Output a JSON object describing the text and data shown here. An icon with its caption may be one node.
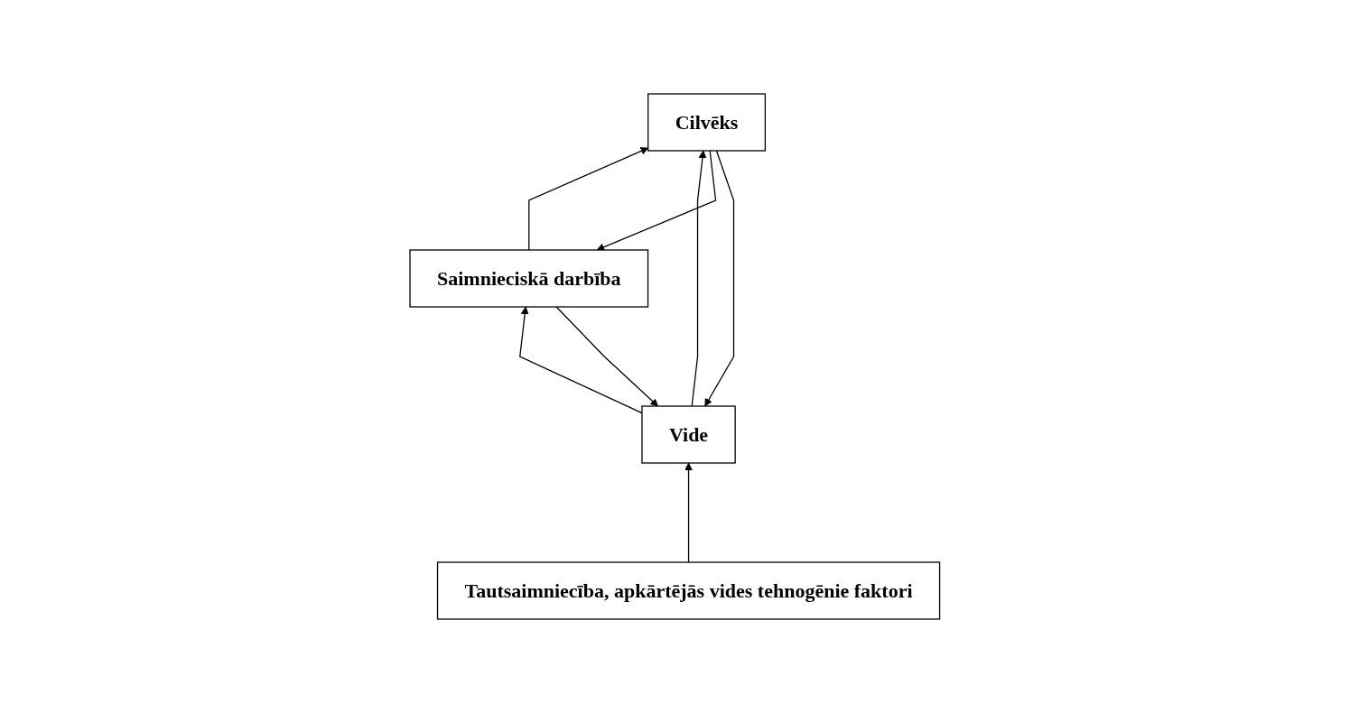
{
  "diagram": {
    "nodes": [
      {
        "text": [
          "Saimnieciskā darbība"
        ]
      },
      {
        "text": [
          "Cilvēks"
        ]
      },
      {
        "text": [
          "Vide"
        ]
      },
      {
        "text": [
          "Tautsaimniecība, apkārtējās vides tehnogēnie faktori"
        ]
      }
    ],
    "edges": [
      {
        "from": 0,
        "to": 1,
        "arrow": "to"
      },
      {
        "from": 1,
        "to": 0,
        "arrow": "to"
      },
      {
        "from": 2,
        "to": 0,
        "arrow": "to"
      },
      {
        "from": 0,
        "to": 2,
        "arrow": "to"
      },
      {
        "from": 1,
        "to": 2,
        "arrow": "to"
      },
      {
        "from": 2,
        "to": 1,
        "arrow": "to"
      },
      {
        "from": 3,
        "to": 2,
        "arrow": "to"
      }
    ]
  }
}
